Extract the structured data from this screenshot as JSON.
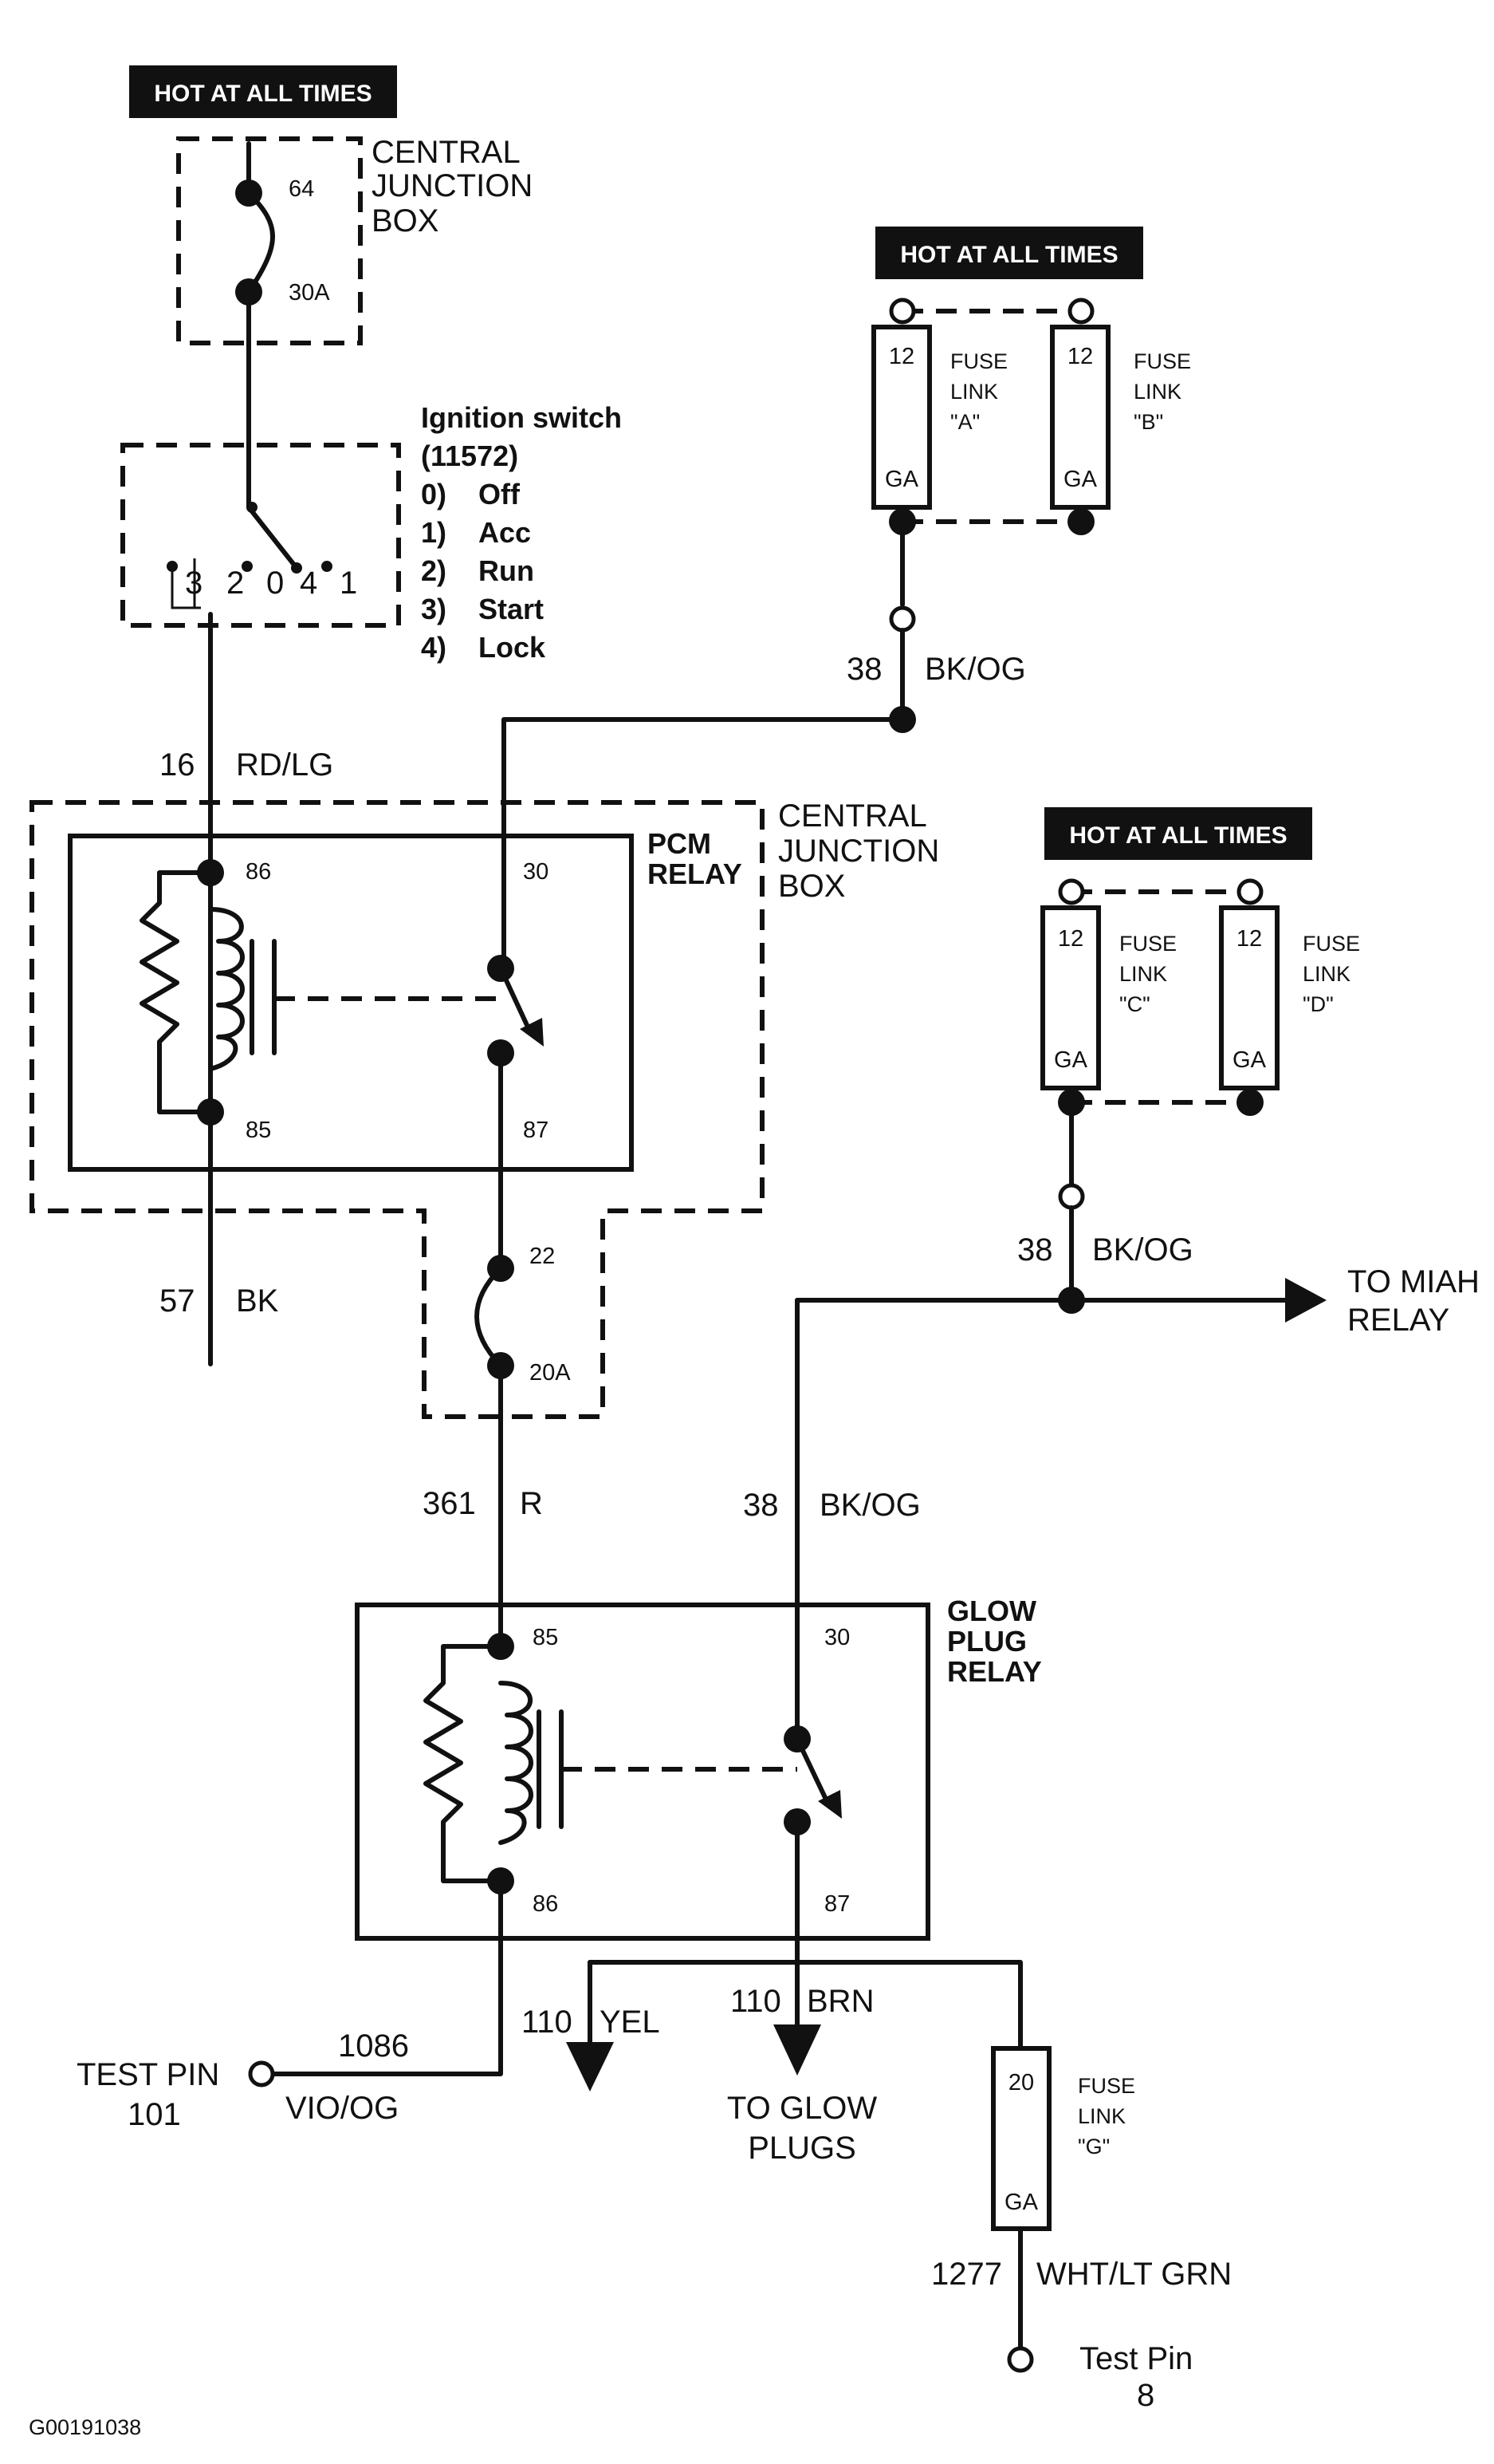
{
  "headers": {
    "hot1": "HOT AT ALL TIMES",
    "hot2": "HOT AT ALL TIMES",
    "hot3": "HOT AT ALL TIMES"
  },
  "cjb_top": {
    "title_l1": "CENTRAL",
    "title_l2": "JUNCTION",
    "title_l3": "BOX",
    "fuse_num": "64",
    "fuse_amp": "30A"
  },
  "ignition": {
    "title": "Ignition switch",
    "part": "(11572)",
    "positions": [
      {
        "num": "0)",
        "name": "Off"
      },
      {
        "num": "1)",
        "name": "Acc"
      },
      {
        "num": "2)",
        "name": "Run"
      },
      {
        "num": "3)",
        "name": "Start"
      },
      {
        "num": "4)",
        "name": "Lock"
      }
    ],
    "terms": {
      "t3": "3",
      "t2": "2",
      "t0": "0",
      "t4": "4",
      "t1": "1"
    }
  },
  "fuse_links_ab": {
    "a": {
      "ga_num": "12",
      "ga": "GA",
      "l1": "FUSE",
      "l2": "LINK",
      "l3": "\"A\""
    },
    "b": {
      "ga_num": "12",
      "ga": "GA",
      "l1": "FUSE",
      "l2": "LINK",
      "l3": "\"B\""
    }
  },
  "fuse_links_cd": {
    "c": {
      "ga_num": "12",
      "ga": "GA",
      "l1": "FUSE",
      "l2": "LINK",
      "l3": "\"C\""
    },
    "d": {
      "ga_num": "12",
      "ga": "GA",
      "l1": "FUSE",
      "l2": "LINK",
      "l3": "\"D\""
    }
  },
  "wires": {
    "w16": {
      "num": "16",
      "color": "RD/LG"
    },
    "w38a": {
      "num": "38",
      "color": "BK/OG"
    },
    "w38b": {
      "num": "38",
      "color": "BK/OG"
    },
    "w38c": {
      "num": "38",
      "color": "BK/OG"
    },
    "w57": {
      "num": "57",
      "color": "BK"
    },
    "w361": {
      "num": "361",
      "color": "R"
    },
    "w1086": {
      "num": "1086",
      "color": "VIO/OG"
    },
    "w110y": {
      "num": "110",
      "color": "YEL"
    },
    "w110b": {
      "num": "110",
      "color": "BRN"
    },
    "w1277": {
      "num": "1277",
      "color": "WHT/LT GRN"
    }
  },
  "cjb_mid": {
    "title_l1": "CENTRAL",
    "title_l2": "JUNCTION",
    "title_l3": "BOX",
    "fuse_num": "22",
    "fuse_amp": "20A"
  },
  "pcm_relay": {
    "title_l1": "PCM",
    "title_l2": "RELAY",
    "pin86": "86",
    "pin85": "85",
    "pin30": "30",
    "pin87": "87"
  },
  "glow_relay": {
    "title_l1": "GLOW",
    "title_l2": "PLUG",
    "title_l3": "RELAY",
    "pin85": "85",
    "pin86": "86",
    "pin30": "30",
    "pin87": "87"
  },
  "miah": {
    "l1": "TO MIAH",
    "l2": "RELAY"
  },
  "glow_plugs": {
    "l1": "TO GLOW",
    "l2": "PLUGS"
  },
  "test_pin_101": {
    "l1": "TEST PIN",
    "l2": "101"
  },
  "fuse_link_g": {
    "ga_num": "20",
    "ga": "GA",
    "l1": "FUSE",
    "l2": "LINK",
    "l3": "\"G\""
  },
  "test_pin_8": {
    "l1": "Test Pin",
    "l2": "8"
  },
  "figure_id": "G00191038"
}
